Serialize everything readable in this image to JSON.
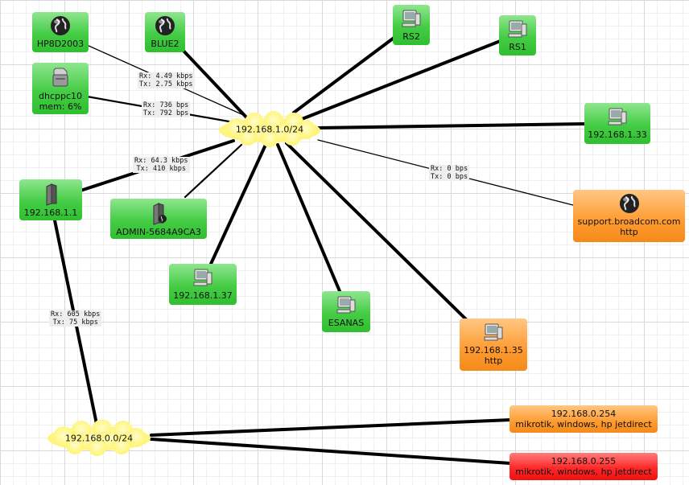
{
  "networks": {
    "lan1": {
      "label": "192.168.1.0/24"
    },
    "lan0": {
      "label": "192.168.0.0/24"
    }
  },
  "devices": {
    "hp8d2003": {
      "label": "HP8D2003",
      "icon": "globe-icon",
      "status": "up"
    },
    "blue2": {
      "label": "BLUE2",
      "icon": "globe-icon",
      "status": "up"
    },
    "rs2": {
      "label": "RS2",
      "icon": "computer-icon",
      "status": "up"
    },
    "rs1": {
      "label": "RS1",
      "icon": "computer-icon",
      "status": "up"
    },
    "dhcppc10": {
      "label": "dhcppc10",
      "label2": "mem: 6%",
      "icon": "printer-icon",
      "status": "up"
    },
    "h133": {
      "label": "192.168.1.33",
      "icon": "computer-icon",
      "status": "up"
    },
    "h11": {
      "label": "192.168.1.1",
      "icon": "router-icon",
      "status": "up"
    },
    "admin": {
      "label": "ADMIN-5684A9CA3",
      "icon": "server-globe-icon",
      "status": "up"
    },
    "broadcom": {
      "label": "support.broadcom.com",
      "label2": "http",
      "icon": "globe-icon",
      "status": "warning"
    },
    "h137": {
      "label": "192.168.1.37",
      "icon": "computer-icon",
      "status": "up"
    },
    "esanas": {
      "label": "ESANAS",
      "icon": "computer-icon",
      "status": "up"
    },
    "h135": {
      "label": "192.168.1.35",
      "label2": "http",
      "icon": "computer-icon",
      "status": "warning"
    },
    "h0254": {
      "label": "192.168.0.254",
      "label2": "mikrotik, windows, hp jetdirect",
      "status": "warning"
    },
    "h0255": {
      "label": "192.168.0.255",
      "label2": "mikrotik, windows, hp jetdirect",
      "status": "down"
    }
  },
  "traffic": {
    "hp8d2003": {
      "rx": "Rx: 4.49 kbps",
      "tx": "Tx: 2.75 kbps"
    },
    "dhcppc10": {
      "rx": "Rx: 736 bps",
      "tx": "Tx: 792 bps"
    },
    "h11": {
      "rx": "Rx: 64.3 kbps",
      "tx": "Tx: 410 kbps"
    },
    "broadcom": {
      "rx": "Rx: 0 bps",
      "tx": "Tx: 0 bps"
    },
    "uplink": {
      "rx": "Rx: 605 kbps",
      "tx": "Tx: 75 kbps"
    }
  },
  "colors": {
    "up": "#35c435",
    "warning": "#ff9a2e",
    "down": "#ff2020",
    "cloud": "#fffb96"
  }
}
